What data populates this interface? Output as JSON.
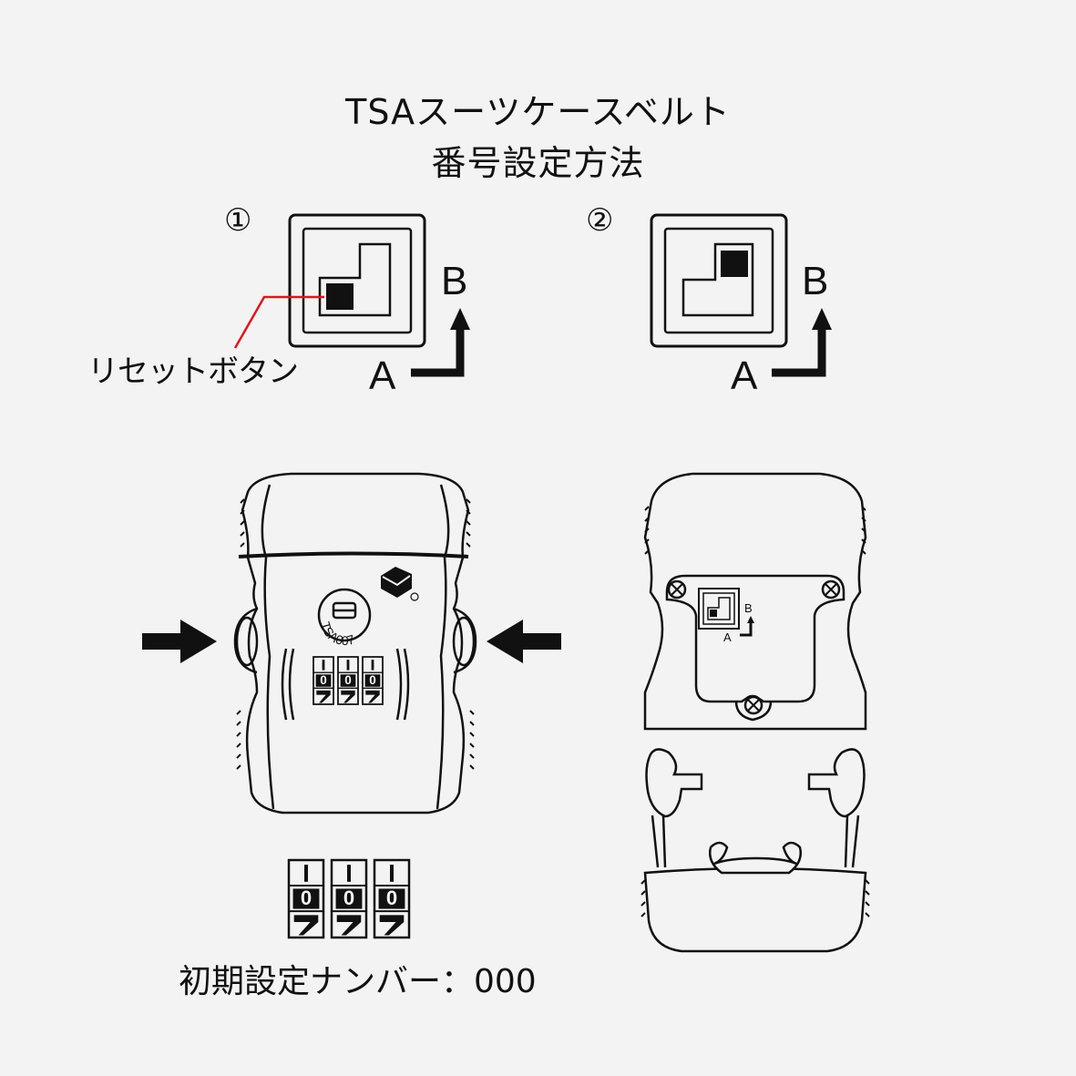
{
  "title": {
    "line1": "TSAスーツケースベルト",
    "line2": "番号設定方法"
  },
  "steps": [
    {
      "marker": "①",
      "state": "A",
      "label_a": "A",
      "label_b": "B"
    },
    {
      "marker": "②",
      "state": "B",
      "label_a": "A",
      "label_b": "B"
    }
  ],
  "reset_button_label": "リセットボタン",
  "lock_front": {
    "tsa_mark": "TSA007",
    "dial_digits": [
      "0",
      "0",
      "0"
    ]
  },
  "lock_back_switch": {
    "label_a": "A",
    "label_b": "B"
  },
  "default_code": {
    "label": "初期設定ナンバー：000",
    "dial_digits": [
      "0",
      "0",
      "0"
    ]
  },
  "colors": {
    "ink": "#111111",
    "background": "#f3f3f3",
    "pointer": "#e0151b"
  }
}
